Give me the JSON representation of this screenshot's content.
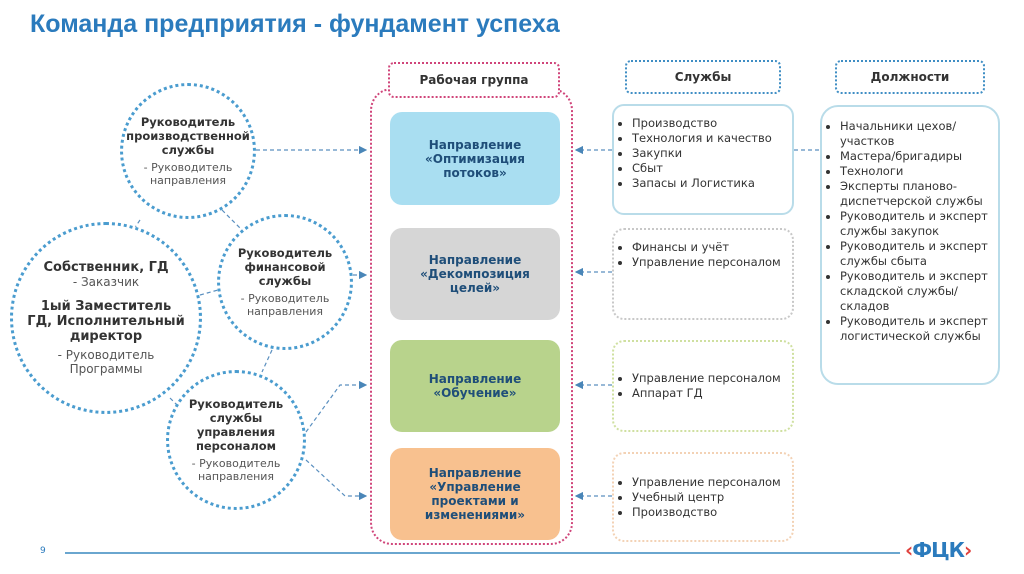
{
  "title": "Команда предприятия - фундамент успеха",
  "workgroup": {
    "header": "Рабочая группа",
    "directions": [
      {
        "label": "Направление\n«Оптимизация\nпотоков»",
        "color": "#a9def1"
      },
      {
        "label": "Направление\n«Декомпозиция\nцелей»",
        "color": "#d6d6d6"
      },
      {
        "label": "Направление\n«Обучение»",
        "color": "#b8d38c"
      },
      {
        "label": "Направление\n«Управление\nпроектами и\nизменениями»",
        "color": "#f8c18f"
      }
    ]
  },
  "services": {
    "header": "Службы",
    "groups": [
      [
        "Производство",
        "Технология и качество",
        "Закупки",
        "Сбыт",
        "Запасы и Логистика"
      ],
      [
        "Финансы и учёт",
        "Управление персоналом"
      ],
      [
        "Управление персоналом",
        "Аппарат ГД"
      ],
      [
        "Управление персоналом",
        "Учебный центр",
        "Производство"
      ]
    ]
  },
  "positions": {
    "header": "Должности",
    "items": [
      "Начальники цехов/участков",
      "Мастера/бригадиры",
      "Технологи",
      "Эксперты планово-диспетчерской службы",
      "Руководитель и эксперт службы закупок",
      "Руководитель и эксперт службы сбыта",
      "Руководитель и эксперт складской службы/складов",
      "Руководитель и эксперт логистической службы"
    ]
  },
  "roles": {
    "production": {
      "title": "Руководитель производственной службы",
      "sub": "- Руководитель направления"
    },
    "finance": {
      "title": "Руководитель финансовой службы",
      "sub": "- Руководитель направления"
    },
    "owner": {
      "title1": "Собственник, ГД",
      "sub1": "- Заказчик",
      "title2": "1ый Заместитель ГД, Исполнительный директор",
      "sub2": "-   Руководитель Программы"
    },
    "hr": {
      "title": "Руководитель службы управления персоналом",
      "sub": "- Руководитель направления"
    }
  },
  "footer": {
    "page": "9",
    "logo": "ФЦК"
  }
}
